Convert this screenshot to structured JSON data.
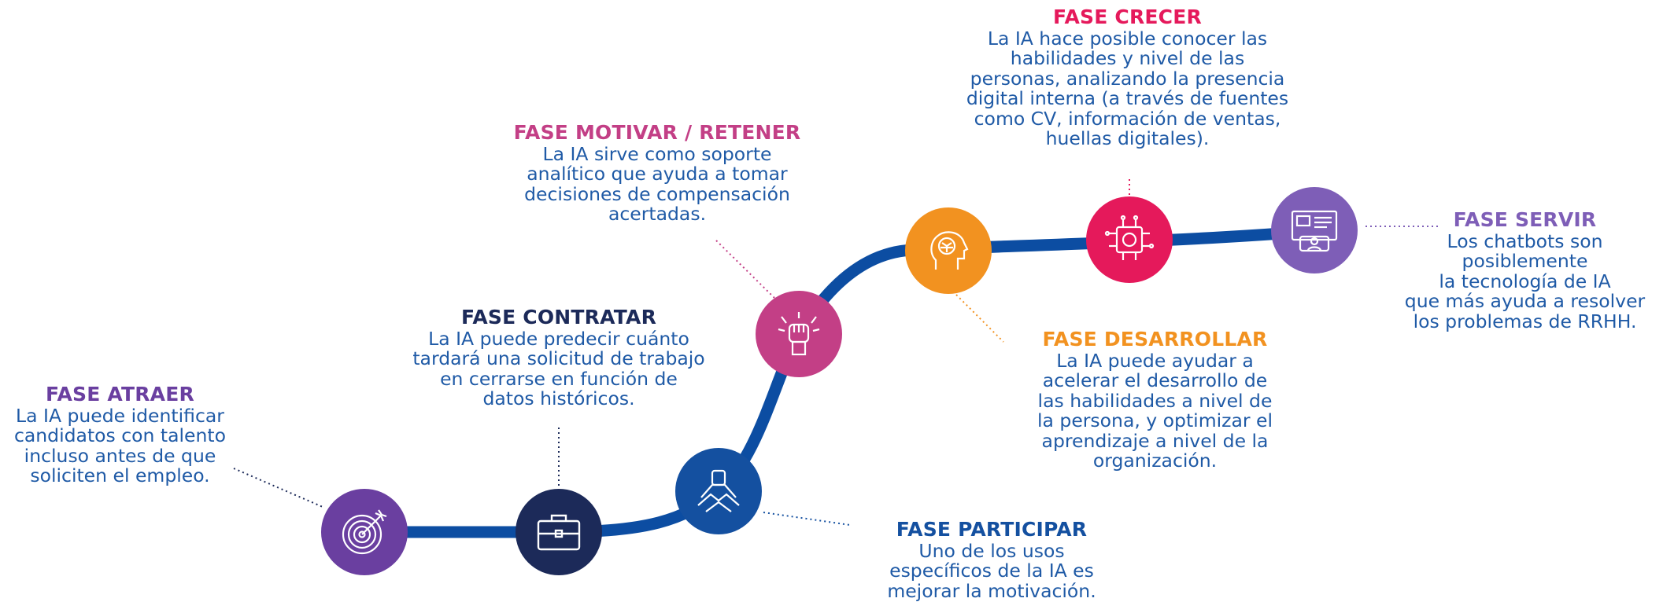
{
  "colors": {
    "path": "#0c4da2",
    "purple": "#6a3fa0",
    "navy": "#1c2a59",
    "blue": "#1450a0",
    "pink": "#c33f86",
    "orange": "#f29220",
    "crimson": "#e5195b",
    "violet": "#7e5eb7",
    "text": "#1f5aa6"
  },
  "phases": [
    {
      "id": "atraer",
      "title": "FASE ATRAER",
      "icon": "target-icon",
      "color": "#6a3fa0",
      "lines": [
        "La IA puede identificar",
        "candidatos con talento",
        "incluso antes de que",
        "soliciten el empleo."
      ]
    },
    {
      "id": "contratar",
      "title": "FASE CONTRATAR",
      "icon": "briefcase-icon",
      "color": "#1c2a59",
      "lines": [
        "La IA puede predecir cuánto",
        "tardará una solicitud de trabajo",
        "en cerrarse en función de",
        "datos históricos."
      ]
    },
    {
      "id": "participar",
      "title": "FASE PARTICIPAR",
      "icon": "team-hands-icon",
      "color": "#1450a0",
      "lines": [
        "Uno de los usos",
        "específicos de la IA es",
        "mejorar la motivación."
      ]
    },
    {
      "id": "motivar",
      "title": "FASE MOTIVAR / RETENER",
      "icon": "raised-fist-icon",
      "color": "#c33f86",
      "lines": [
        "La IA sirve como soporte",
        "analítico que ayuda a tomar",
        "decisiones de compensación",
        "acertadas."
      ]
    },
    {
      "id": "desarrollar",
      "title": "FASE DESARROLLAR",
      "icon": "brain-head-icon",
      "color": "#f29220",
      "lines": [
        "La IA puede ayudar a",
        "acelerar el desarrollo de",
        "las habilidades a nivel de",
        "la persona, y optimizar el",
        "aprendizaje a nivel de la",
        "organización."
      ]
    },
    {
      "id": "crecer",
      "title": "FASE CRECER",
      "icon": "ai-chip-icon",
      "color": "#e5195b",
      "lines": [
        "La IA hace posible conocer las",
        "habilidades y nivel de las",
        "personas, analizando la presencia",
        "digital interna (a través de fuentes",
        "como CV, información de ventas,",
        "huellas digitales)."
      ]
    },
    {
      "id": "servir",
      "title": "FASE SERVIR",
      "icon": "chatbot-screen-icon",
      "color": "#7e5eb7",
      "lines": [
        "Los chatbots son",
        "posiblemente",
        "la tecnología de IA",
        "que más ayuda a resolver",
        "los problemas de RRHH."
      ]
    }
  ]
}
